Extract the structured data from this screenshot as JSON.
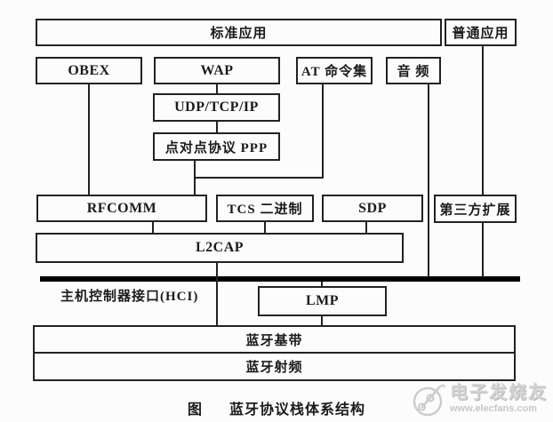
{
  "figure": {
    "caption_prefix": "图",
    "caption_title": "蓝牙协议栈体系结构"
  },
  "nodes": {
    "std_app": "标准应用",
    "normal_app": "普通应用",
    "obex": "OBEX",
    "wap": "WAP",
    "at_cmd": "AT 命令集",
    "audio": "音 频",
    "udp_tcp_ip": "UDP/TCP/IP",
    "ppp": "点对点协议 PPP",
    "rfcomm": "RFCOMM",
    "tcs": "TCS 二进制",
    "sdp": "SDP",
    "third_party": "第三方扩展",
    "l2cap": "L2CAP",
    "hci": "主机控制器接口(HCI)",
    "lmp": "LMP",
    "baseband": "蓝牙基带",
    "rf": "蓝牙射频"
  },
  "edges": [
    {
      "from": "obex",
      "to": "rfcomm"
    },
    {
      "from": "wap",
      "to": "udp_tcp_ip"
    },
    {
      "from": "udp_tcp_ip",
      "to": "ppp"
    },
    {
      "from": "ppp",
      "to": "rfcomm"
    },
    {
      "from": "at_cmd",
      "to": "rfcomm"
    },
    {
      "from": "audio",
      "to": "hci"
    },
    {
      "from": "normal_app",
      "to": "third_party"
    },
    {
      "from": "third_party",
      "to": "hci"
    },
    {
      "from": "rfcomm",
      "to": "l2cap"
    },
    {
      "from": "tcs",
      "to": "l2cap"
    },
    {
      "from": "sdp",
      "to": "l2cap"
    },
    {
      "from": "l2cap",
      "to": "baseband"
    },
    {
      "from": "hci",
      "to": "lmp"
    },
    {
      "from": "lmp",
      "to": "baseband"
    }
  ],
  "watermark": {
    "name": "电子发烧友",
    "url": "www.elecfans.com",
    "icon": "link-nodes-icon"
  },
  "colors": {
    "line": "#222222",
    "hci_bar": "#000000",
    "background": "#fcfcfc",
    "watermark": "#c9c9c9"
  }
}
